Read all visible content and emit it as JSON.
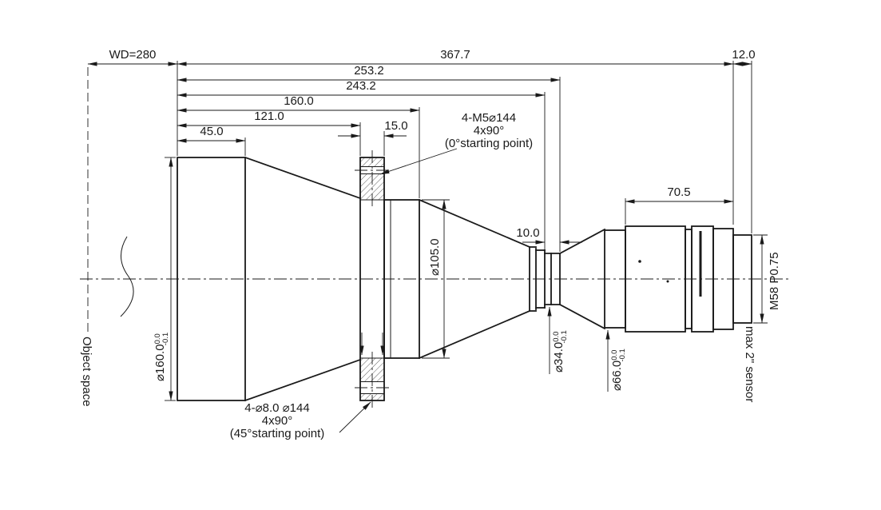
{
  "colors": {
    "line": "#1a1a1a",
    "background": "#ffffff"
  },
  "annotations": {
    "object_space": "Object space",
    "max_sensor": "max 2\" sensor",
    "thread_spec": "M58 P0.75",
    "m5_note": {
      "l1": "4-M5⌀144",
      "l2": "4x90°",
      "l3": "(0°starting point)"
    },
    "d8_note": {
      "l1": "4-⌀8.0  ⌀144",
      "l2": "4x90°",
      "l3": "(45°starting point)"
    }
  },
  "dimensions": {
    "wd": "WD=280",
    "total": "367.7",
    "rear_offset": "12.0",
    "len_253": "253.2",
    "len_243": "243.2",
    "len_160": "160.0",
    "len_121": "121.0",
    "len_45": "45.0",
    "flange_thickness": "15.0",
    "waist_length": "10.0",
    "rear_barrel": "70.5",
    "dia_160": {
      "value": "⌀160.0",
      "tol_upper": "0.0",
      "tol_lower": "-0.1"
    },
    "dia_105": {
      "value": "⌀105.0"
    },
    "dia_34": {
      "value": "⌀34.0",
      "tol_upper": "0.0",
      "tol_lower": "-0.1"
    },
    "dia_66": {
      "value": "⌀66.0",
      "tol_upper": "0.0",
      "tol_lower": "-0.1"
    }
  }
}
